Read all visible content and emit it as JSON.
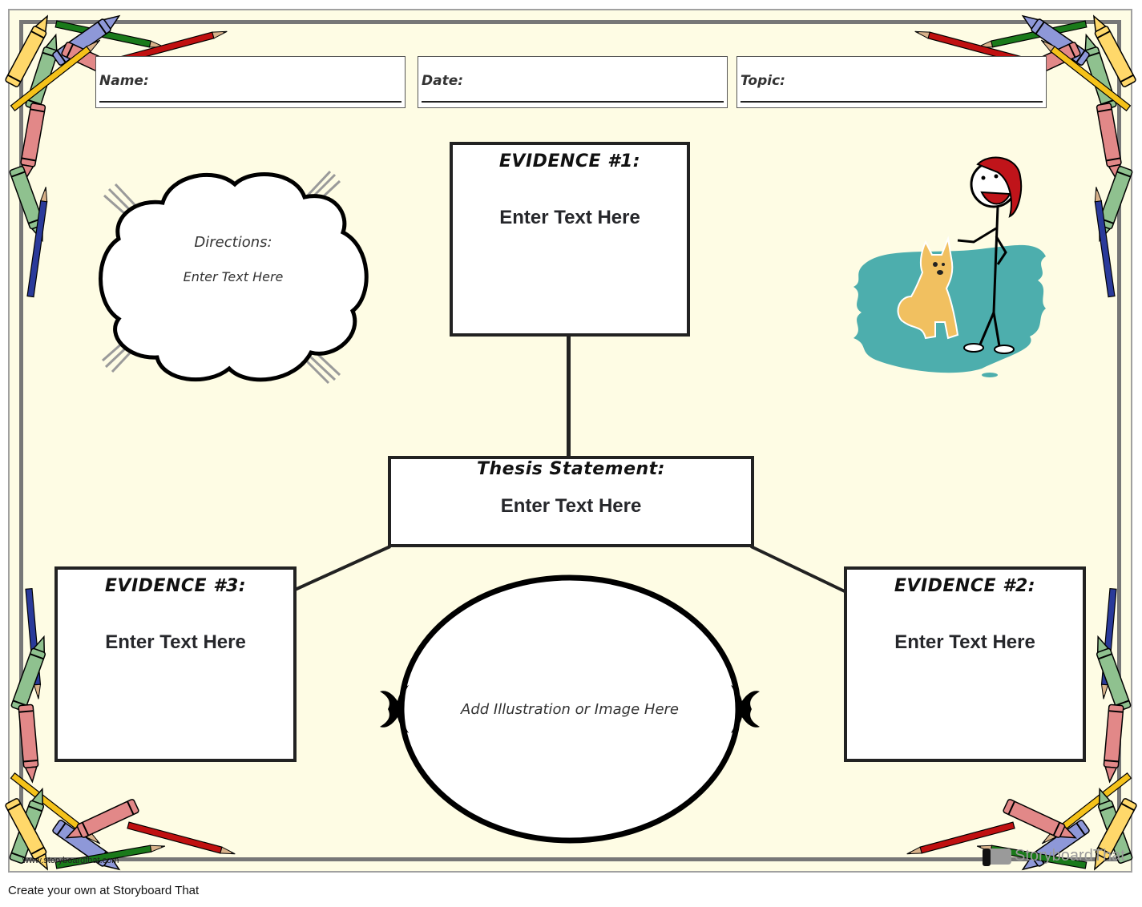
{
  "worksheet": {
    "header_fields": [
      {
        "label": "Name:",
        "value": ""
      },
      {
        "label": "Date:",
        "value": ""
      },
      {
        "label": "Topic:",
        "value": ""
      }
    ],
    "directions": {
      "title": "Directions:",
      "text": "Enter Text Here"
    },
    "evidence": [
      {
        "title": "EVIDENCE #1:",
        "text": "Enter Text Here"
      },
      {
        "title": "EVIDENCE #2:",
        "text": "Enter Text Here"
      },
      {
        "title": "EVIDENCE #3:",
        "text": "Enter Text Here"
      }
    ],
    "thesis": {
      "title": "Thesis Statement:",
      "text": "Enter Text Here"
    },
    "illustration_placeholder": "Add Illustration or Image Here",
    "illustration": "stick-figure-boy-with-red-cap-and-dog",
    "decoration": "crayons-and-pencils-border"
  },
  "watermarks": {
    "left": "www.storyboardthat.com",
    "right": "StoryboardThat"
  },
  "footer": {
    "credit": "Create your own at Storyboard That"
  },
  "colors": {
    "background": "#fefce4",
    "border": "#777777",
    "box_border": "#222222",
    "teal_splash": "#4daead",
    "cap_red": "#c0141a",
    "dog_orange": "#f1c060"
  }
}
